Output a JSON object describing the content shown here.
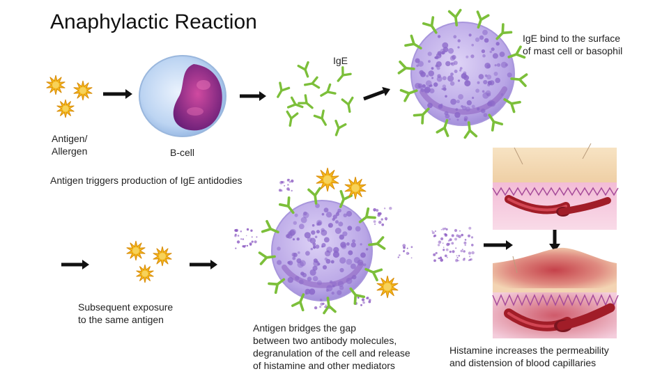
{
  "title": "Anaphylactic Reaction",
  "labels": {
    "antigen_line1": "Antigen/",
    "antigen_line2": "Allergen",
    "bcell": "B-cell",
    "ige": "IgE",
    "ige_bind_line1": "IgE bind to the surface",
    "ige_bind_line2": "of mast cell or basophil",
    "trigger": "Antigen triggers production of IgE antidodies",
    "subsequent_line1": "Subsequent exposure",
    "subsequent_line2": "to the same antigen",
    "bridge_line1": "Antigen bridges the gap",
    "bridge_line2": "between two antibody molecules,",
    "bridge_line3": "degranulation of the cell and release",
    "bridge_line4": "of histamine and other mediators",
    "histamine_line1": "Histamine increases the permeability",
    "histamine_line2": "and distension of blood capillaries"
  },
  "colors": {
    "antigen": "#f2b51a",
    "antibody": "#7cbf3a",
    "mast_cell": "#b9a6e6",
    "granule": "#8b68c9",
    "bcell": "#bcd4f2",
    "nucleus": "#8a2a86",
    "skin": "#f4dcb8",
    "dermis": "#f6c8dc",
    "vessel": "#a11d28",
    "inflammation": "#c5414a",
    "arrow": "#111111"
  }
}
